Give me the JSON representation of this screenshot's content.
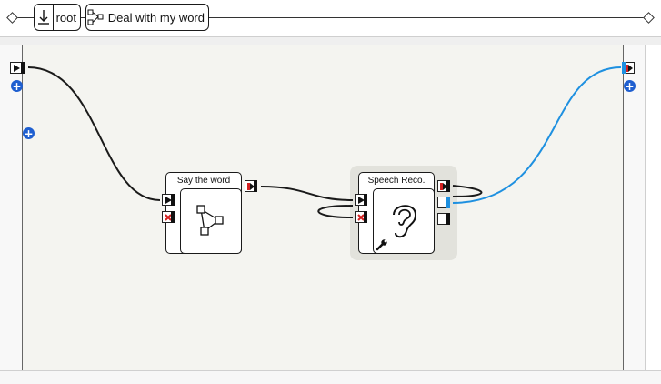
{
  "breadcrumb": {
    "items": [
      {
        "label": "root",
        "icon": "root-arrow-icon"
      },
      {
        "label": "Deal with my word",
        "icon": "flow-diagram-icon"
      }
    ]
  },
  "boxes": {
    "say_the_word": {
      "title": "Say the word",
      "icon": "diagram-network-icon"
    },
    "speech_reco": {
      "title": "Speech Reco.",
      "icon": "ear-icon",
      "settings_icon": "wrench-icon"
    }
  },
  "colors": {
    "wire_default": "#1a1a1a",
    "wire_selected": "#1e90e0",
    "plus_button": "#1f5fd0",
    "stop_mark": "#d42020"
  }
}
